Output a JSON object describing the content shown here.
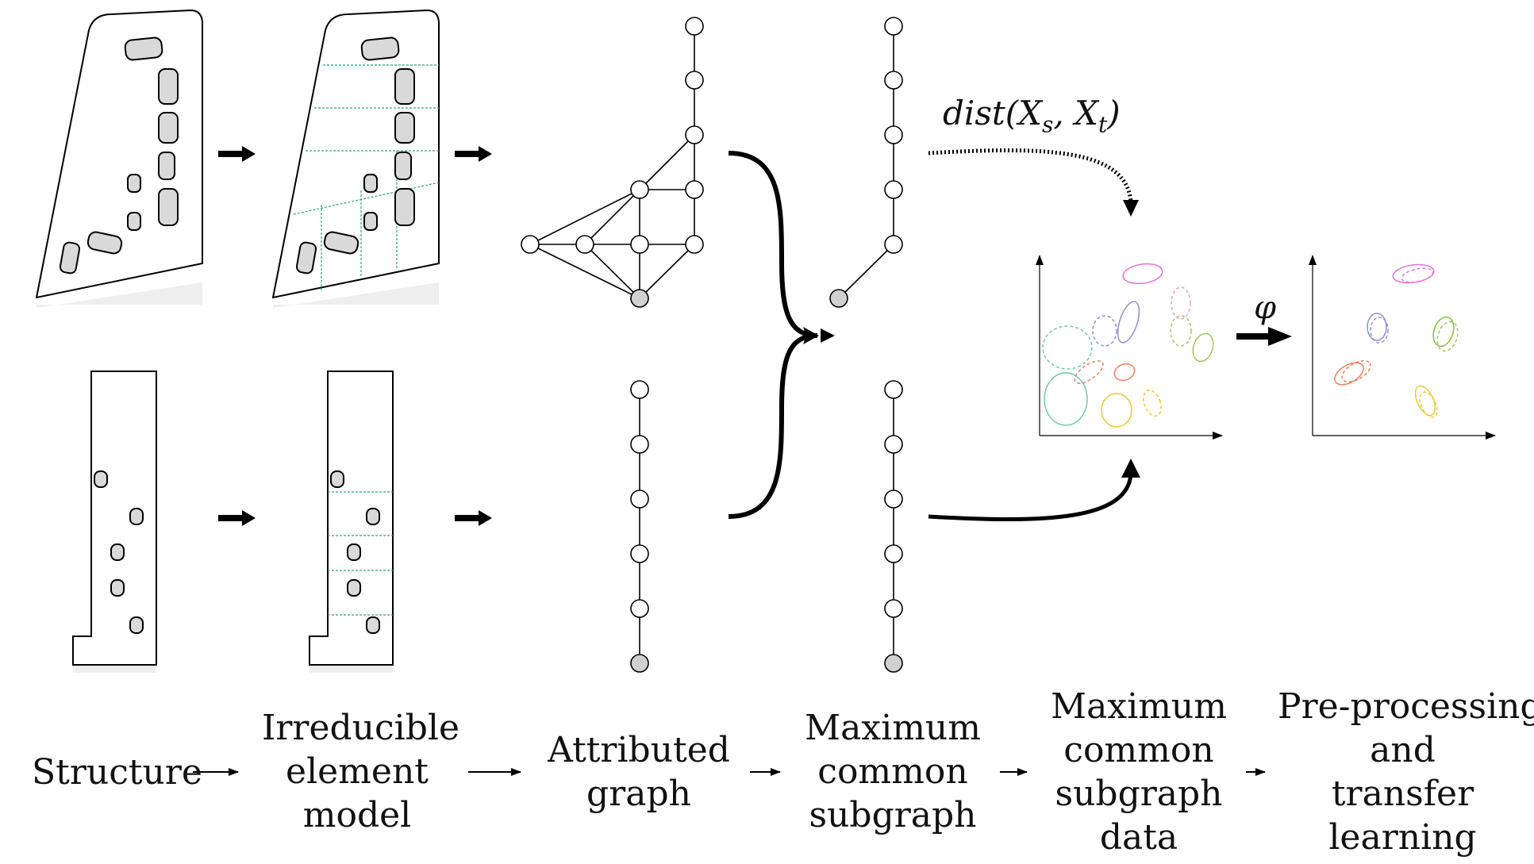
{
  "pipeline": {
    "stages": [
      {
        "lines": [
          "Structure"
        ]
      },
      {
        "lines": [
          "Irreducible",
          "element",
          "model"
        ]
      },
      {
        "lines": [
          "Attributed",
          "graph"
        ]
      },
      {
        "lines": [
          "Maximum",
          "common",
          "subgraph"
        ]
      },
      {
        "lines": [
          "Maximum",
          "common",
          "subgraph",
          "data"
        ]
      },
      {
        "lines": [
          "Pre-processing",
          "and",
          "transfer",
          "learning"
        ]
      }
    ]
  },
  "annotations": {
    "distance": {
      "fn": "dist(",
      "xs": "X",
      "xs_sub": "s",
      "sep": ", ",
      "xt": "X",
      "xt_sub": "t",
      "close": ")"
    },
    "transform": "φ"
  },
  "colors": {
    "stroke": "#000000",
    "node_fill": "#ffffff",
    "root_node_fill": "#d0d0d0",
    "hole_fill": "#d9d9d9",
    "shadow": "#eeeeee",
    "cut_line": "#2aa07f",
    "ellipses": [
      "#e074d4",
      "#e8a0c8",
      "#8a90d4",
      "#9cc85a",
      "#70c8a8",
      "#ef7e5a",
      "#f0c830",
      "#88c040"
    ]
  }
}
